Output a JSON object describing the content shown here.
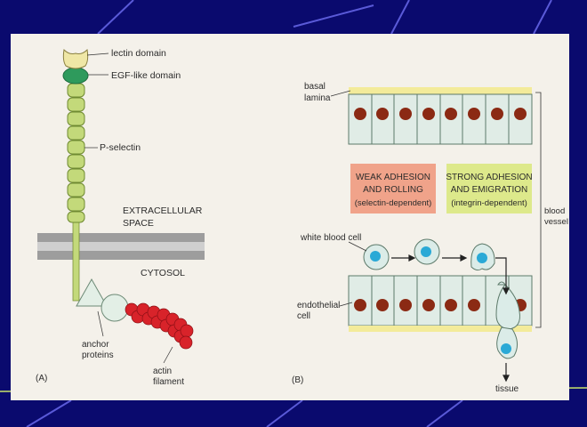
{
  "panel_a": {
    "letter": "(A)",
    "lectin_domain": "lectin domain",
    "egf_domain": "EGF-like domain",
    "p_selectin": "P-selectin",
    "extracellular_1": "EXTRACELLULAR",
    "extracellular_2": "SPACE",
    "cytosol": "CYTOSOL",
    "anchor_1": "anchor",
    "anchor_2": "proteins",
    "actin_1": "actin",
    "actin_2": "filament"
  },
  "panel_b": {
    "letter": "(B)",
    "basal_1": "basal",
    "basal_2": "lamina",
    "weak_1": "WEAK ADHESION",
    "weak_2": "AND ROLLING",
    "weak_3": "(selectin-dependent)",
    "strong_1": "STRONG ADHESION",
    "strong_2": "AND EMIGRATION",
    "strong_3": "(integrin-dependent)",
    "white_blood_cell": "white blood cell",
    "endothelial_1": "endothelial",
    "endothelial_2": "cell",
    "blood_vessel_1": "blood",
    "blood_vessel_2": "vessel",
    "tissue": "tissue"
  },
  "colors": {
    "slide_background": "#0a0a6e",
    "figure_background": "#f4f1ea",
    "selectin_green": "#c3d97a",
    "egf_green": "#2e9a5c",
    "membrane_gray": "#9d9d9d",
    "actin_red": "#d8232a",
    "nucleus_red": "#8b2a14",
    "cell_fill": "#e0ece6",
    "basal_yellow": "#f3eb9a",
    "weak_box": "#f0a38a",
    "strong_box": "#dde98b",
    "wbc_cyan": "#2aa9d6"
  }
}
